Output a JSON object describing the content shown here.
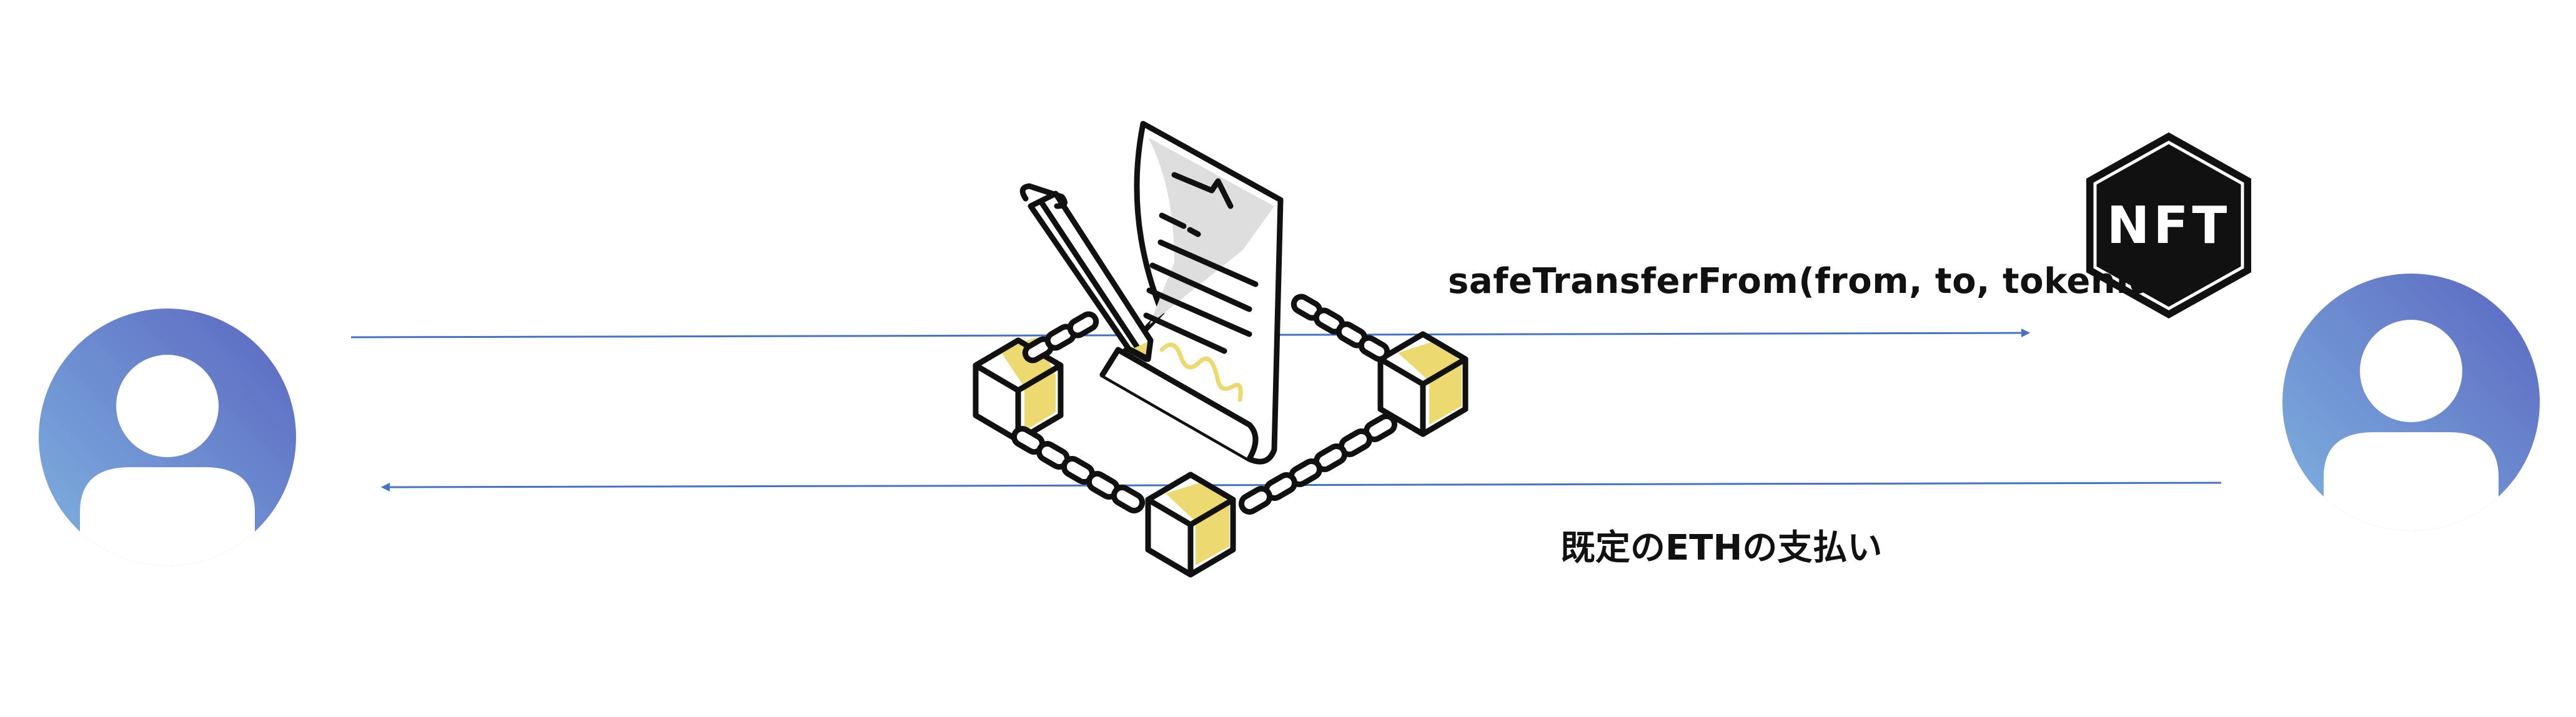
{
  "diagram": {
    "sender_avatar": {
      "icon": "user-avatar-icon"
    },
    "receiver_avatar": {
      "icon": "user-avatar-icon"
    },
    "center_illustration": {
      "icon": "blockchain-smart-contract-icon"
    },
    "nft_badge": {
      "icon": "nft-hexagon-icon",
      "text": "NFT"
    },
    "arrow_top": {
      "label": "safeTransferFrom(from, to, tokenId)",
      "direction": "left-to-right"
    },
    "arrow_bottom": {
      "label": "既定のETHの支払い",
      "direction": "right-to-left"
    }
  },
  "colors": {
    "arrow": "#4472c4",
    "avatar_gradient_start": "#6fa8dc",
    "avatar_gradient_end": "#5b6fc4",
    "block_fill": "#ecd96f",
    "outline": "#111111",
    "nft_badge": "#111111"
  }
}
